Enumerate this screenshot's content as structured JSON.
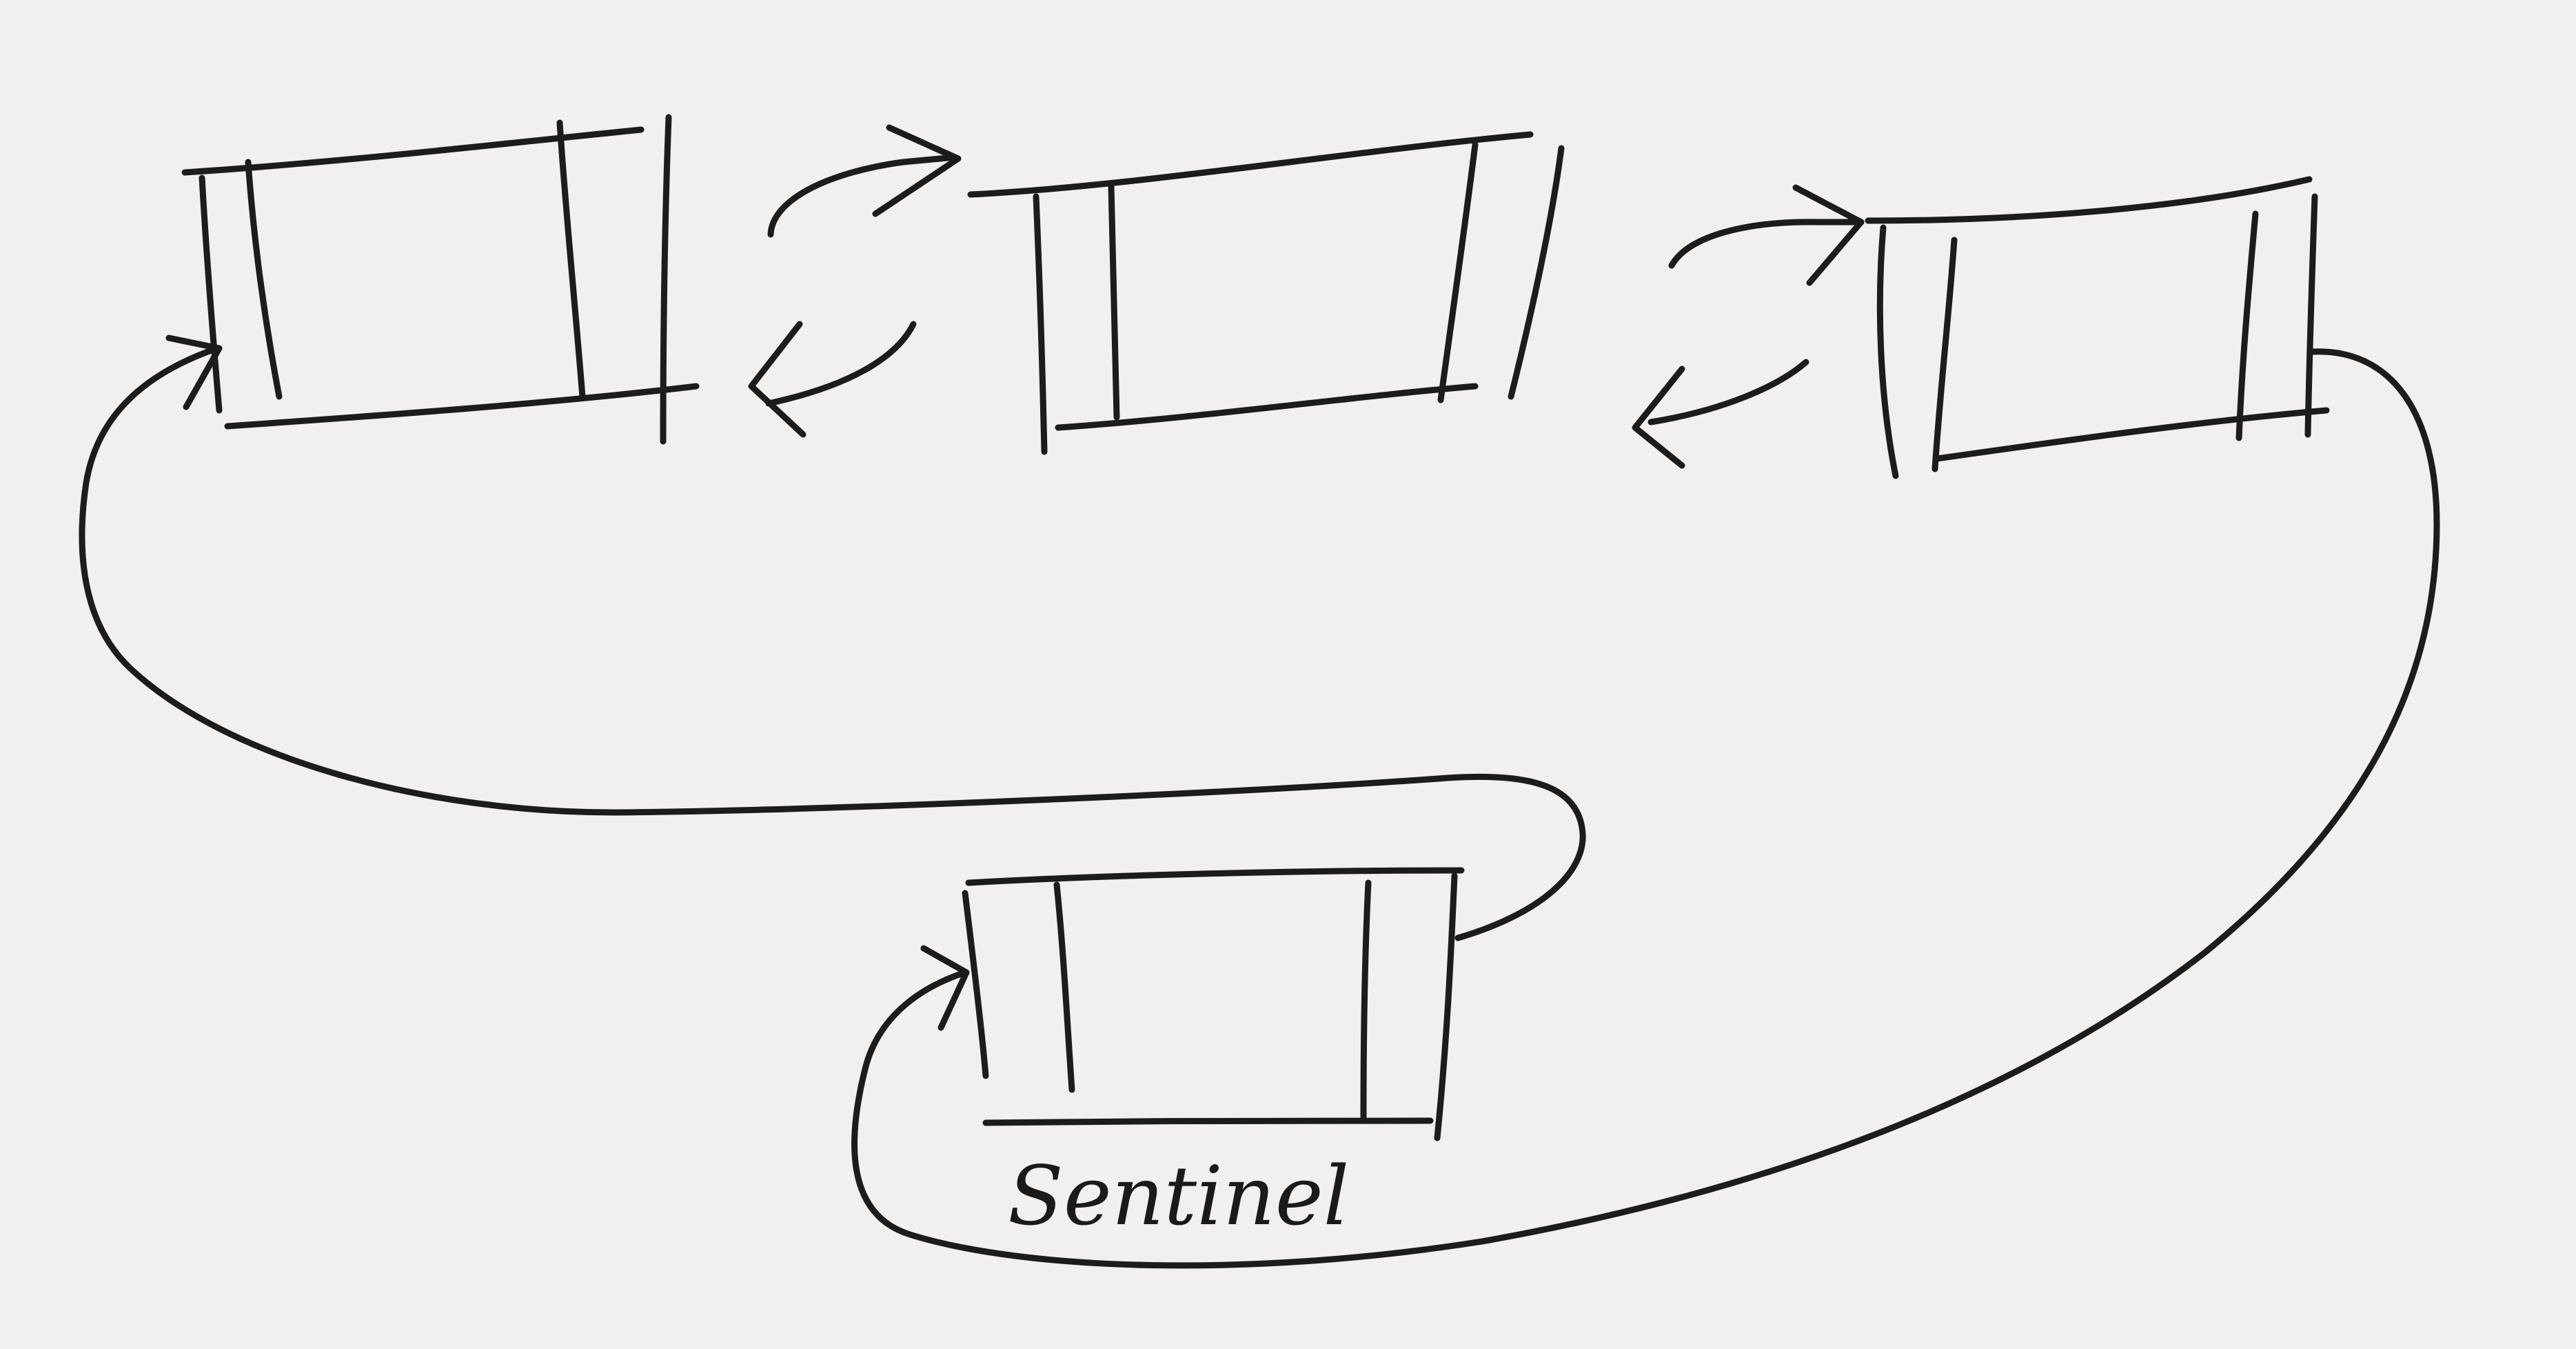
{
  "diagram": {
    "kind": "circular-doubly-linked-list",
    "nodes": [
      {
        "id": "node-1",
        "label": ""
      },
      {
        "id": "node-2",
        "label": ""
      },
      {
        "id": "node-3",
        "label": ""
      },
      {
        "id": "sentinel",
        "label": "Sentinel"
      }
    ],
    "links": [
      {
        "from": "node-1",
        "to": "node-2",
        "direction": "forward"
      },
      {
        "from": "node-2",
        "to": "node-1",
        "direction": "backward"
      },
      {
        "from": "node-2",
        "to": "node-3",
        "direction": "forward"
      },
      {
        "from": "node-3",
        "to": "node-2",
        "direction": "backward"
      },
      {
        "from": "node-3",
        "to": "sentinel",
        "direction": "forward"
      },
      {
        "from": "sentinel",
        "to": "node-1",
        "direction": "forward"
      }
    ],
    "colors": {
      "paper": "#f1f0ee",
      "ink": "#1c1c1c"
    }
  }
}
